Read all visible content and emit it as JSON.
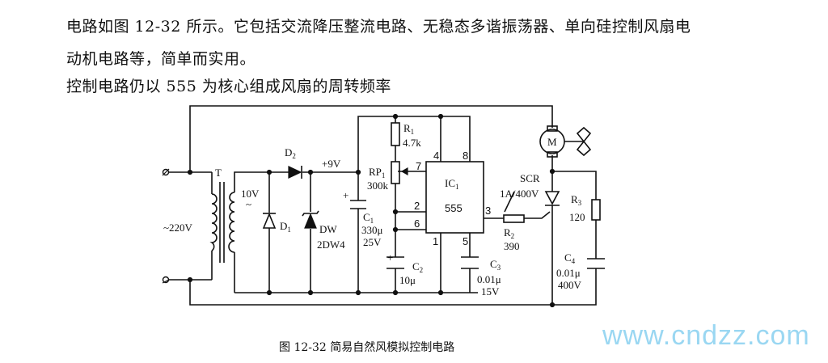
{
  "text": {
    "para1": "电路如图 12-32 所示。它包括交流降压整流电路、无稳态多谐振荡器、单向硅控制风扇电",
    "para2": "动机电路等，简单而实用。",
    "para3": "控制电路仍以 555 为核心组成风扇的周转频率"
  },
  "caption": "图 12-32   简易自然风模拟控制电路",
  "watermark": "www.cndzz.com",
  "labels": {
    "T": "T",
    "ac": "~220V",
    "v10": "10V",
    "tilde": "~",
    "D1": "D",
    "D1sub": "1",
    "D2": "D",
    "D2sub": "2",
    "DW": "DW",
    "DWmodel": "2DW4",
    "v9": "+9V",
    "C1": "C",
    "C1sub": "1",
    "C1val": "330μ",
    "C1v": "25V",
    "RP1": "RP",
    "RP1sub": "1",
    "RP1val": "300k",
    "R1": "R",
    "R1sub": "1",
    "R1val": "4.7k",
    "pin4": "4",
    "pin8": "8",
    "pin7": "7",
    "pin2": "2",
    "pin6": "6",
    "pin1": "1",
    "pin5": "5",
    "pin3": "3",
    "IC": "IC",
    "ICsub": "1",
    "IC555": "555",
    "C2": "C",
    "C2sub": "2",
    "C2val": "10μ",
    "C3": "C",
    "C3sub": "3",
    "C3val": "0.01μ",
    "C3v": "15V",
    "R2": "R",
    "R2sub": "2",
    "R2val": "390",
    "SCR": "SCR",
    "SCRrating": "1A/400V",
    "R3": "R",
    "R3sub": "3",
    "R3val": "120",
    "C4": "C",
    "C4sub": "4",
    "C4val": "0.01μ",
    "C4v": "400V",
    "M": "M",
    "plus1": "+",
    "plus2": "+"
  }
}
